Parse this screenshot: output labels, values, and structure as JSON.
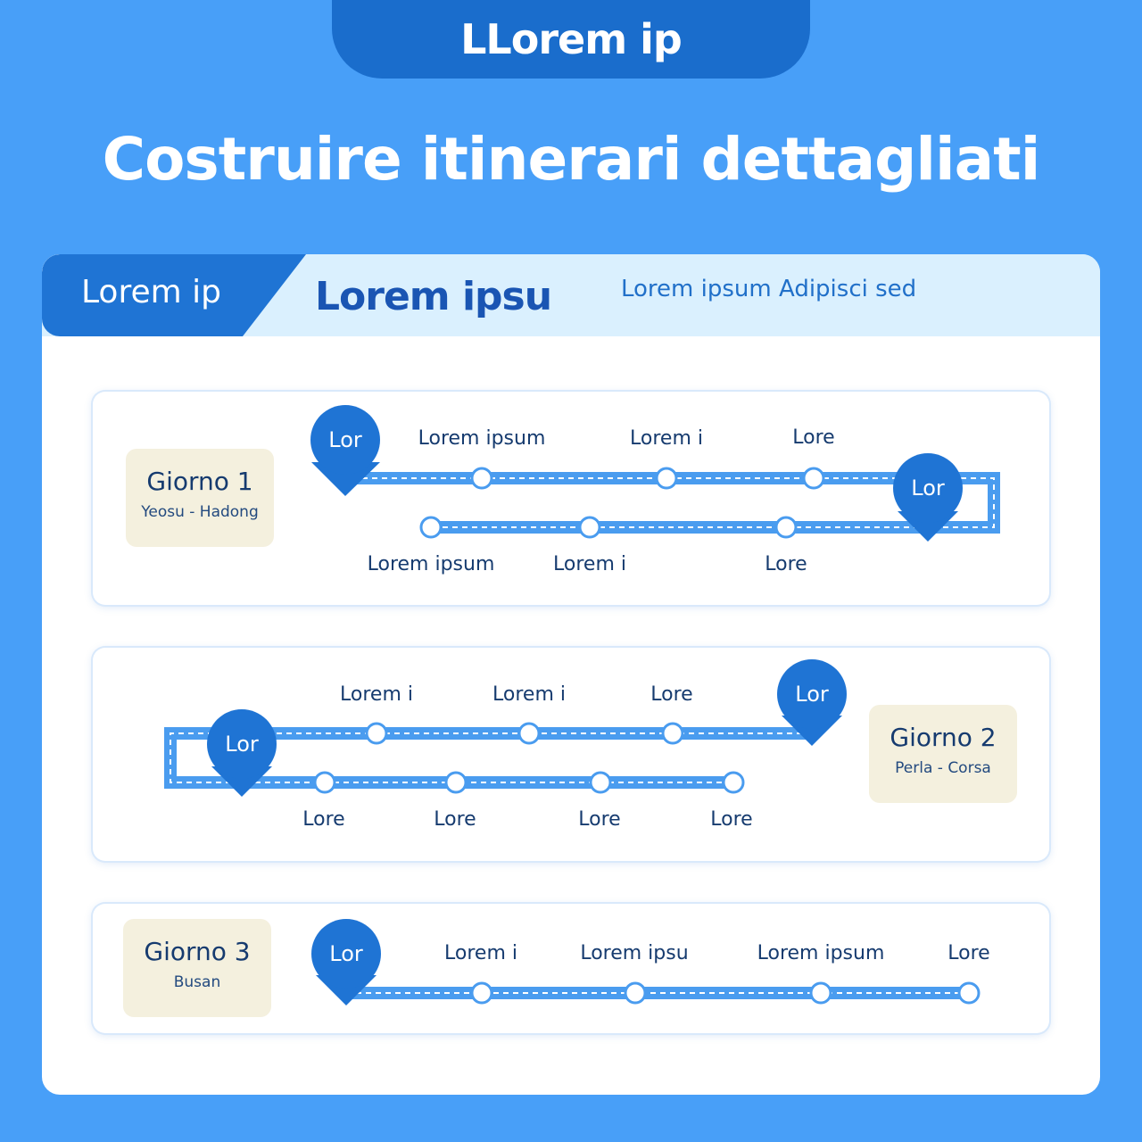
{
  "brand": "LLorem ip",
  "title": "Costruire itinerari dettagliati",
  "header": {
    "tab_label": "Lorem ip",
    "title": "Lorem ipsu",
    "subtitle": "Lorem ipsum Adipisci sed"
  },
  "colors": {
    "background": "#489ff8",
    "accent": "#1f74d4",
    "route": "#4a9cef",
    "day_box": "#f4f0de"
  },
  "days": [
    {
      "title": "Giorno 1",
      "subtitle": "Yeosu - Hadong",
      "start_pin": "Lor",
      "end_pin": "Lor",
      "top_stops": [
        "Lorem ipsum",
        "Lorem i",
        "Lore"
      ],
      "bottom_stops": [
        "Lorem ipsum",
        "Lorem i",
        "Lore"
      ]
    },
    {
      "title": "Giorno 2",
      "subtitle": "Perla - Corsa",
      "start_pin": "Lor",
      "end_pin": "Lor",
      "top_stops": [
        "Lorem i",
        "Lorem i",
        "Lore"
      ],
      "bottom_stops": [
        "Lore",
        "Lore",
        "Lore",
        "Lore"
      ]
    },
    {
      "title": "Giorno 3",
      "subtitle": "Busan",
      "start_pin": "Lor",
      "stops": [
        "Lorem i",
        "Lorem ipsu",
        "Lorem ipsum",
        "Lore"
      ]
    }
  ]
}
